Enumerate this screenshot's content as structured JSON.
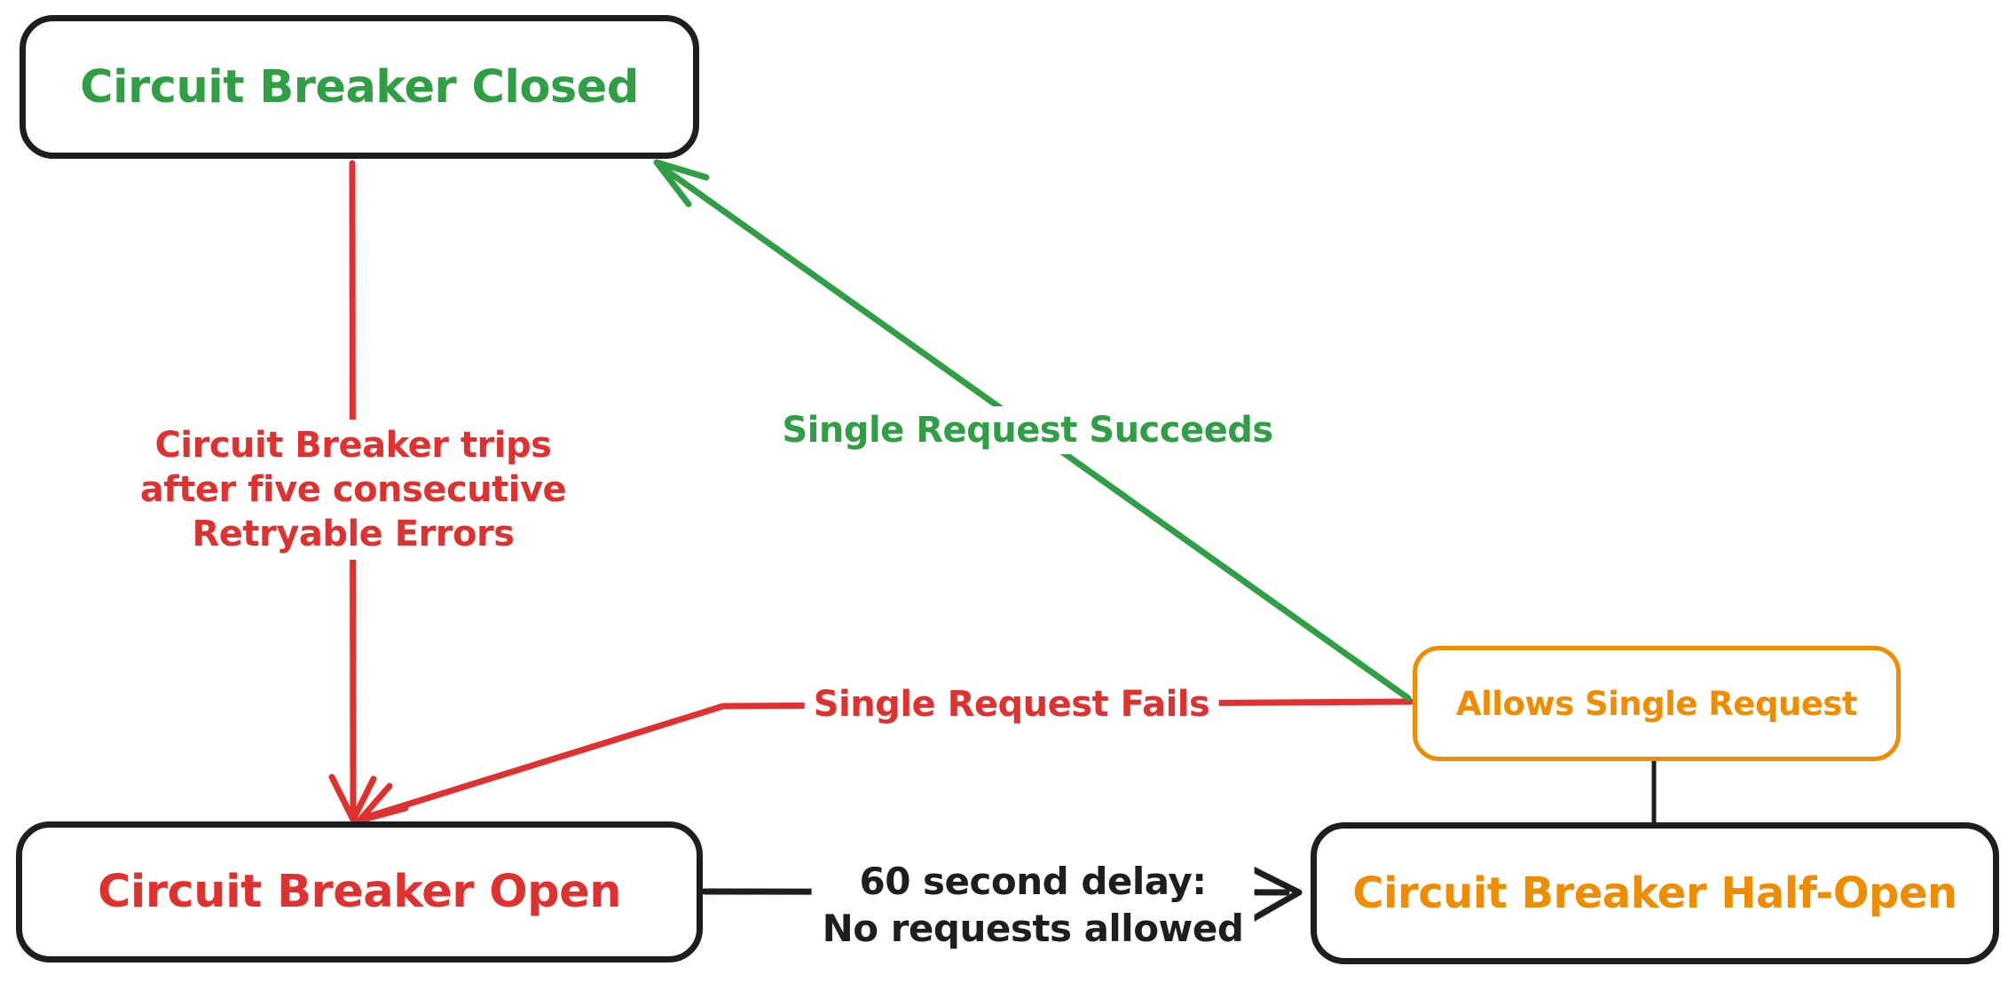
{
  "colors": {
    "green": "#2f9e44",
    "red": "#e03131",
    "orange": "#f08c00",
    "ink": "#1e1e1e",
    "background": "#ffffff"
  },
  "nodes": {
    "closed": {
      "label": "Circuit Breaker Closed"
    },
    "open": {
      "label": "Circuit Breaker Open"
    },
    "half_open": {
      "label": "Circuit Breaker Half-Open"
    },
    "allows": {
      "label": "Allows Single Request"
    }
  },
  "edges": {
    "trips": {
      "lines": [
        "Circuit Breaker trips",
        "after five consecutive",
        "Retryable Errors"
      ]
    },
    "succeeds": {
      "label": "Single Request Succeeds"
    },
    "fails": {
      "label": "Single Request Fails"
    },
    "delay": {
      "lines": [
        "60 second delay:",
        "No requests allowed"
      ]
    }
  }
}
